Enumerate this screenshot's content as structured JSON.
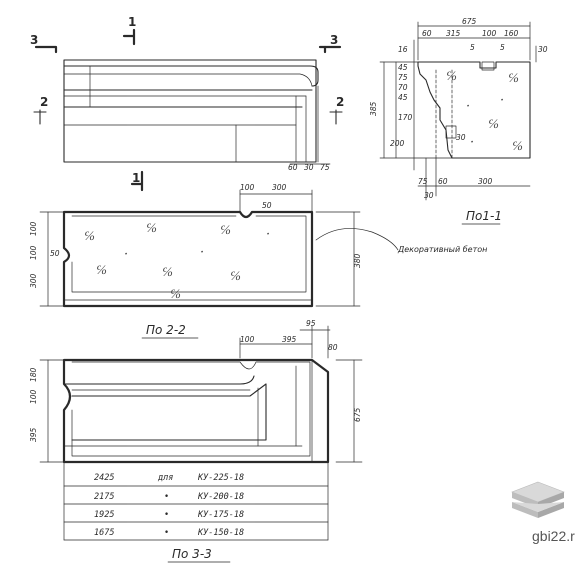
{
  "watermark": {
    "text": "gbi22.ru"
  },
  "views": {
    "section_1_label": "По1-1",
    "section_2_label": "По 2-2",
    "section_3_label": "По 3-3",
    "cut_marks": [
      "1",
      "1",
      "2",
      "2",
      "3",
      "3"
    ]
  },
  "annotations": {
    "decorative_concrete": "Декоративный бетон"
  },
  "dimensions": {
    "front_view": [
      "60",
      "30",
      "75"
    ],
    "section_1": [
      "675",
      "60",
      "315",
      "100",
      "160",
      "5",
      "5",
      "30",
      "385",
      "16",
      "45",
      "75",
      "70",
      "45",
      "170",
      "200",
      "30",
      "75",
      "60",
      "300",
      "30"
    ],
    "section_2": [
      "100",
      "300",
      "50",
      "100",
      "100",
      "50",
      "300",
      "380"
    ],
    "section_3": [
      "95",
      "100",
      "395",
      "80",
      "180",
      "100",
      "395",
      "675"
    ]
  },
  "table": {
    "rows": [
      {
        "length": "2425",
        "prep": "для",
        "mark": "КУ-225-18"
      },
      {
        "length": "2175",
        "prep": "•",
        "mark": "КУ-200-18"
      },
      {
        "length": "1925",
        "prep": "•",
        "mark": "КУ-175-18"
      },
      {
        "length": "1675",
        "prep": "•",
        "mark": "КУ-150-18"
      }
    ]
  }
}
